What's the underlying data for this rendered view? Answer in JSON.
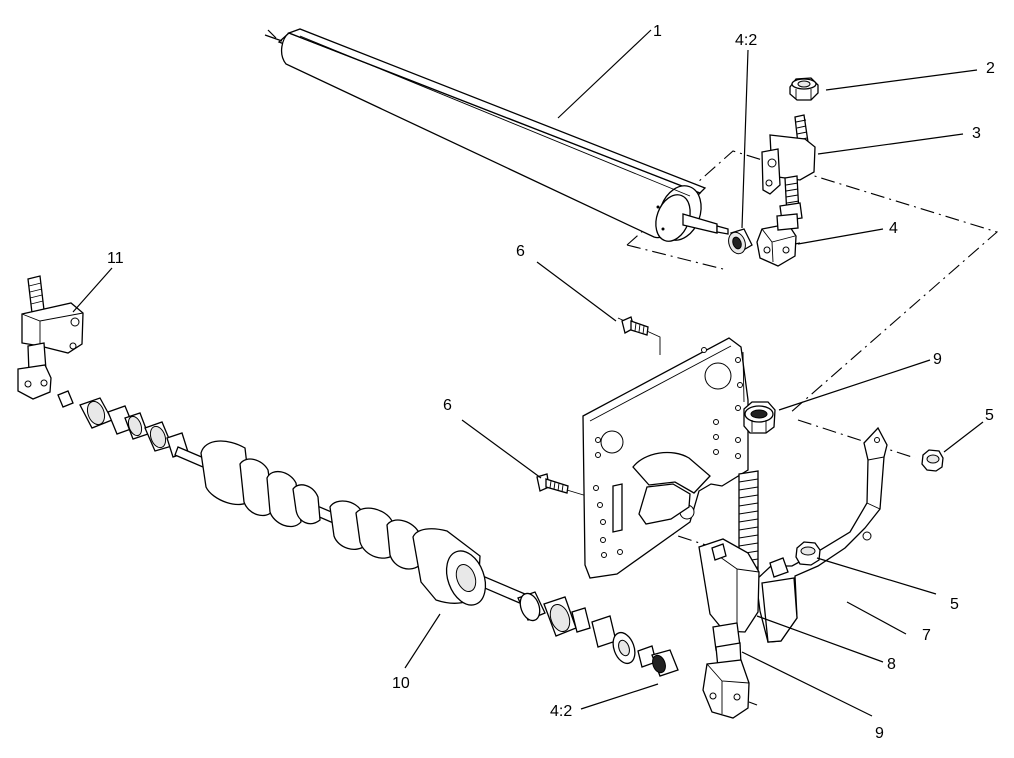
{
  "callouts": [
    {
      "id": "c1",
      "text": "1"
    },
    {
      "id": "c42a",
      "text": "4:2"
    },
    {
      "id": "c2",
      "text": "2"
    },
    {
      "id": "c3",
      "text": "3"
    },
    {
      "id": "c4",
      "text": "4"
    },
    {
      "id": "c6a",
      "text": "6"
    },
    {
      "id": "c11",
      "text": "11"
    },
    {
      "id": "c9a",
      "text": "9"
    },
    {
      "id": "c6b",
      "text": "6"
    },
    {
      "id": "c5a",
      "text": "5"
    },
    {
      "id": "c5b",
      "text": "5"
    },
    {
      "id": "c7",
      "text": "7"
    },
    {
      "id": "c8",
      "text": "8"
    },
    {
      "id": "c10",
      "text": "10"
    },
    {
      "id": "c42b",
      "text": "4:2"
    },
    {
      "id": "c9b",
      "text": "9"
    }
  ]
}
